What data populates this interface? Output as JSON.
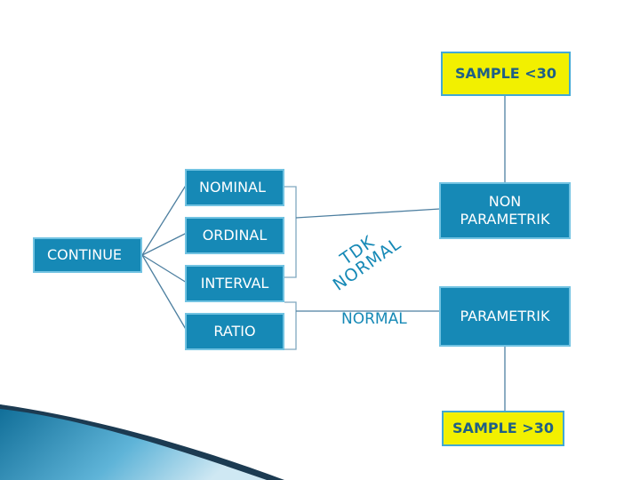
{
  "diagram": {
    "sample_small": "SAMPLE <30",
    "sample_large": "SAMPLE >30",
    "nominal": "NOMINAL",
    "ordinal": "ORDINAL",
    "interval": "INTERVAL",
    "ratio": "RATIO",
    "continue": "CONTINUE",
    "non_parametrik_line1": "NON",
    "non_parametrik_line2": "PARAMETRIK",
    "parametrik": "PARAMETRIK",
    "tdk_normal_line1": "TDK",
    "tdk_normal_line2": "NORMAL",
    "normal": "NORMAL"
  },
  "colors": {
    "box_fill": "#1689b6",
    "box_border": "#72c3e2",
    "highlight_fill": "#f2f000",
    "highlight_text": "#1f5f86"
  }
}
